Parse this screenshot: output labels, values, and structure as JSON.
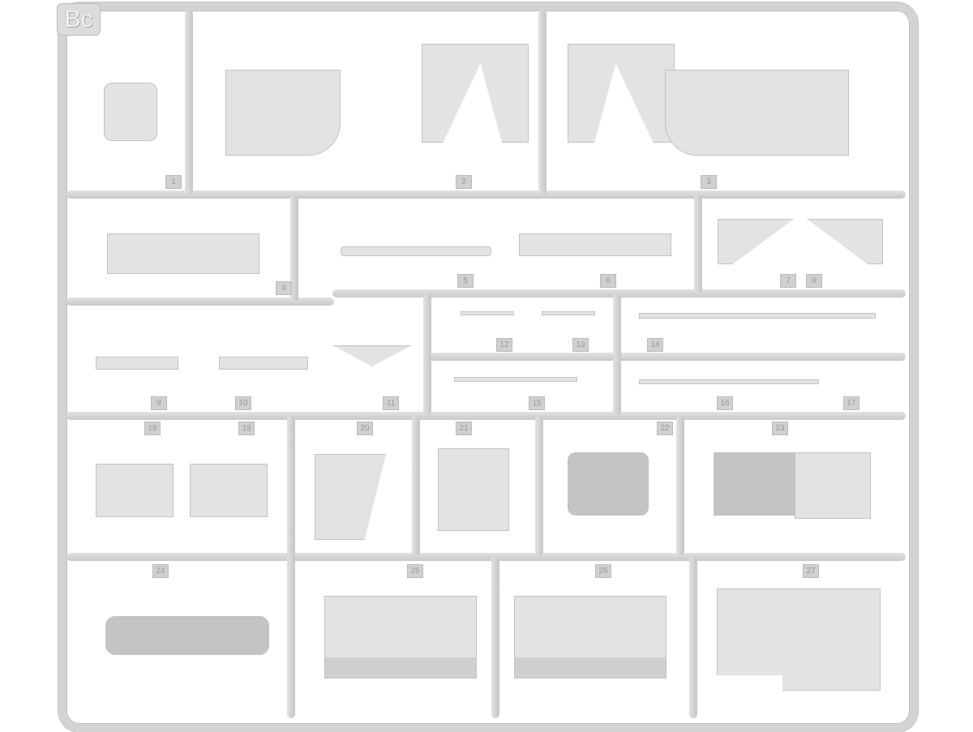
{
  "sprue": {
    "letter": "Bc",
    "part_numbers": [
      "1",
      "2",
      "3",
      "4",
      "5",
      "6",
      "7",
      "8",
      "9",
      "10",
      "11",
      "12",
      "13",
      "14",
      "15",
      "16",
      "17",
      "18",
      "19",
      "20",
      "21",
      "22",
      "23",
      "24",
      "25",
      "26",
      "27"
    ],
    "colors": {
      "plastic": "#d3d3d3",
      "part": "#e3e3e3",
      "shade": "#c4c4c4"
    }
  }
}
